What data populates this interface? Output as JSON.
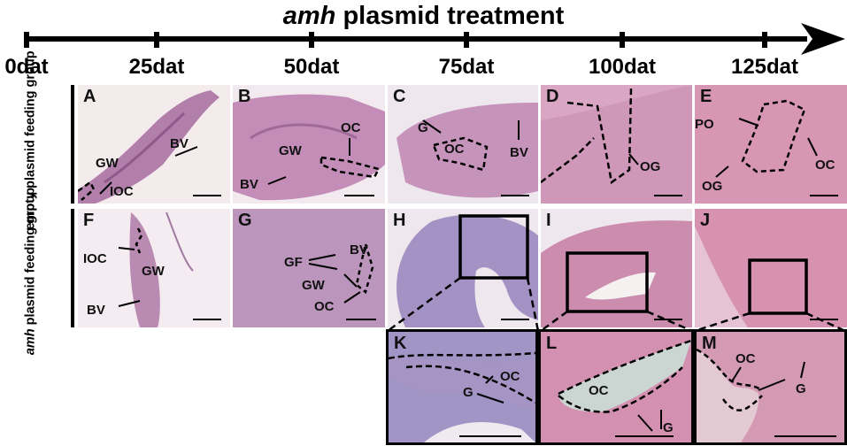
{
  "timeline": {
    "title_italic": "amh",
    "title_rest": " plasmid treatment",
    "ticks": [
      "0dat",
      "25dat",
      "50dat",
      "75dat",
      "100dat",
      "125dat"
    ]
  },
  "rows": {
    "top_label": "empty plasmid feeding group",
    "bottom_label_italic": "amh",
    "bottom_label_rest": " plasmid feeding group"
  },
  "panels": {
    "A": {
      "label": "A",
      "ann": [
        "BV",
        "GW",
        "IOC"
      ]
    },
    "B": {
      "label": "B",
      "ann": [
        "OC",
        "GW",
        "BV"
      ]
    },
    "C": {
      "label": "C",
      "ann": [
        "G",
        "OC",
        "BV"
      ]
    },
    "D": {
      "label": "D",
      "ann": [
        "OG"
      ]
    },
    "E": {
      "label": "E",
      "ann": [
        "PO",
        "OC",
        "OG"
      ]
    },
    "F": {
      "label": "F",
      "ann": [
        "IOC",
        "GW",
        "BV"
      ]
    },
    "G": {
      "label": "G",
      "ann": [
        "GF",
        "BV",
        "GW",
        "OC"
      ]
    },
    "H": {
      "label": "H",
      "ann": []
    },
    "I": {
      "label": "I",
      "ann": []
    },
    "J": {
      "label": "J",
      "ann": []
    },
    "K": {
      "label": "K",
      "ann": [
        "OC",
        "G"
      ]
    },
    "L": {
      "label": "L",
      "ann": [
        "OC",
        "G"
      ]
    },
    "M": {
      "label": "M",
      "ann": [
        "OC",
        "G"
      ]
    }
  },
  "colors": {
    "background": "#f4ecec",
    "tissue_light": "#c89ab8",
    "tissue_dark": "#9a5f93",
    "tissue_pink": "#d88fa6",
    "tissue_blue": "#8f86b9"
  }
}
